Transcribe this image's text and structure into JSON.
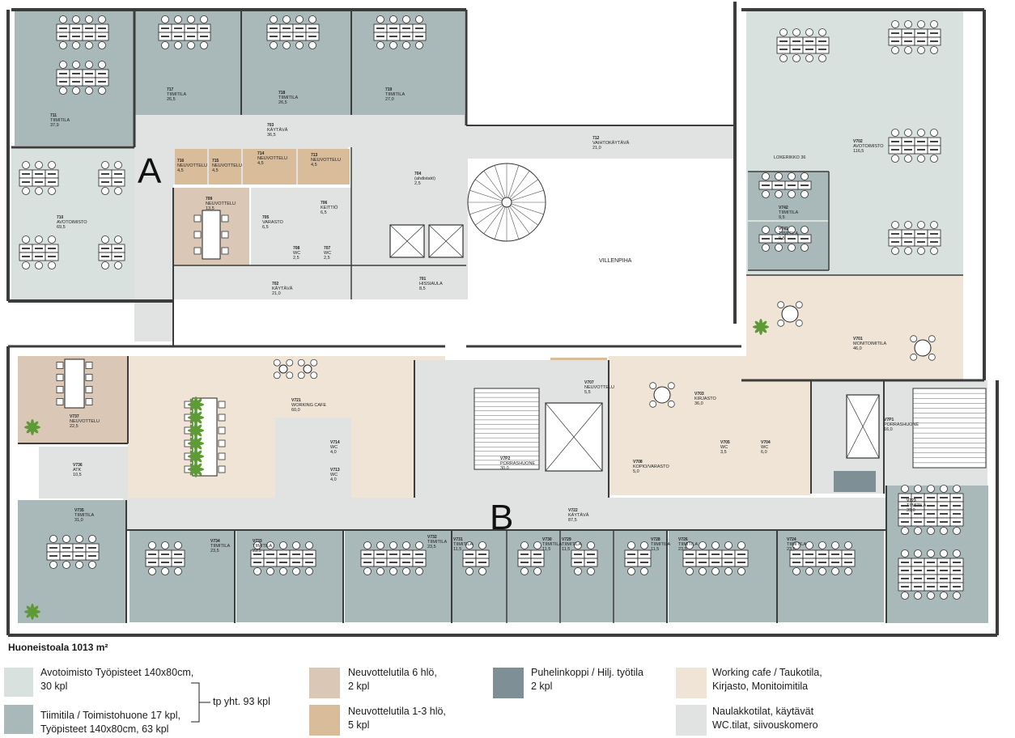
{
  "colors": {
    "open": "#d9e1df",
    "team": "#a9b8b9",
    "meet6": "#dac7b5",
    "meet13": "#d9bd9b",
    "phone": "#7e9095",
    "cafe": "#efe4d6",
    "service": "#e1e2e2",
    "wall": "#3c3c3c"
  },
  "markers": {
    "a": "A",
    "b": "B"
  },
  "courtyard_label": "VILLENPIHA",
  "locker_label": "LOKERIKKO 36",
  "rooms": [
    {
      "id": "711",
      "name": "TIIMITILA",
      "area": "37,9"
    },
    {
      "id": "717",
      "name": "TIIMITILA",
      "area": "26,5"
    },
    {
      "id": "718",
      "name": "TIIMITILA",
      "area": "26,5"
    },
    {
      "id": "719",
      "name": "TIIMITILA",
      "area": "27,0"
    },
    {
      "id": "710",
      "name": "AVOTOIMISTO",
      "area": "69,5"
    },
    {
      "id": "703",
      "name": "KÄYTÄVÄ",
      "area": "36,5"
    },
    {
      "id": "712",
      "name": "VAIHTOKÄYTÄVÄ",
      "area": "21,0"
    },
    {
      "id": "716",
      "name": "NEUVOTTELU",
      "area": "4,5"
    },
    {
      "id": "715",
      "name": "NEUVOTTELU",
      "area": "4,5"
    },
    {
      "id": "714",
      "name": "NEUVOTTELU",
      "area": "4,5"
    },
    {
      "id": "713",
      "name": "NEUVOTTELU",
      "area": "4,5"
    },
    {
      "id": "709",
      "name": "NEUVOTTELU",
      "area": "13,5"
    },
    {
      "id": "705",
      "name": "VARASTO",
      "area": "6,5"
    },
    {
      "id": "706",
      "name": "KEITTIÖ",
      "area": "6,5"
    },
    {
      "id": "704",
      "name": "(ahdistatö)",
      "area": "2,5"
    },
    {
      "id": "708",
      "name": "WC",
      "area": "2,5"
    },
    {
      "id": "707",
      "name": "WC",
      "area": "2,5"
    },
    {
      "id": "702",
      "name": "KÄYTÄVÄ",
      "area": "21,0"
    },
    {
      "id": "701",
      "name": "HISSIAULA",
      "area": "8,5"
    },
    {
      "id": "V702",
      "name": "AVOTOIMISTO",
      "area": "116,5"
    },
    {
      "id": "V742",
      "name": "TIIMITILA",
      "area": "9,5"
    },
    {
      "id": "V741",
      "name": "TIIMITILA",
      "area": "9,5"
    },
    {
      "id": "V701",
      "name": "MONITOIMITILA",
      "area": "46,0"
    },
    {
      "id": "V737",
      "name": "NEUVOTTELU",
      "area": "22,5"
    },
    {
      "id": "V721",
      "name": "WORKING CAFE",
      "area": "60,0"
    },
    {
      "id": "V707",
      "name": "NEUVOTTELU",
      "area": "5,5"
    },
    {
      "id": "V703",
      "name": "KIRJASTO",
      "area": "36,0"
    },
    {
      "id": "V736",
      "name": "ATK",
      "area": "10,5"
    },
    {
      "id": "V714",
      "name": "WC",
      "area": "4,0"
    },
    {
      "id": "V713",
      "name": "WC",
      "area": "4,0"
    },
    {
      "id": "V7P2",
      "name": "PORRASHUONE",
      "area": "30,0"
    },
    {
      "id": "V708",
      "name": "KOPIO/VARASTO",
      "area": "5,0"
    },
    {
      "id": "V705",
      "name": "WC",
      "area": "3,5"
    },
    {
      "id": "V704",
      "name": "WC",
      "area": "6,0"
    },
    {
      "id": "V7P1",
      "name": "PORRASHUONE",
      "area": "16,0"
    },
    {
      "id": "V722",
      "name": "KÄYTÄVÄ",
      "area": "87,5"
    },
    {
      "id": "V735",
      "name": "TIIMITILA",
      "area": "31,0"
    },
    {
      "id": "V734",
      "name": "TIIMITILA",
      "area": "23,5"
    },
    {
      "id": "V733",
      "name": "TIIMITILA",
      "area": "23,5"
    },
    {
      "id": "V732",
      "name": "TIIMITILA",
      "area": "23,5"
    },
    {
      "id": "V731",
      "name": "TIIMITILA",
      "area": "11,5"
    },
    {
      "id": "V730",
      "name": "TIIMITILA",
      "area": "11,5"
    },
    {
      "id": "V729",
      "name": "TIIMITILA",
      "area": "11,5"
    },
    {
      "id": "V728",
      "name": "TIIMITILA",
      "area": "11,5"
    },
    {
      "id": "V726",
      "name": "TIIMITILA",
      "area": "23,5"
    },
    {
      "id": "V724",
      "name": "TIIMITILA",
      "area": "23,5"
    },
    {
      "id": "V723",
      "name": "TIIMITILA",
      "area": "39,0"
    }
  ],
  "summary": {
    "total_area": "Huoneistoala 1013 m²"
  },
  "legend": {
    "open_office": "Avotoimisto Työpisteet 140x80cm,\n30 kpl",
    "team_room": "Tiimitila / Toimistohuone 17 kpl,\nTyöpisteet 140x80cm, 63 kpl",
    "total_seats": "tp yht. 93 kpl",
    "meeting_6": "Neuvottelutila 6 hlö,\n2 kpl",
    "meeting_13": "Neuvottelutila 1-3 hlö,\n5 kpl",
    "phone_booth": "Puhelinkoppi / Hilj. työtila\n2 kpl",
    "working_cafe": "Working cafe / Taukotila,\nKirjasto, Monitoimitila",
    "service_spaces": "Naulakkotilat, käytävät\nWC.tilat, siivouskomero"
  }
}
